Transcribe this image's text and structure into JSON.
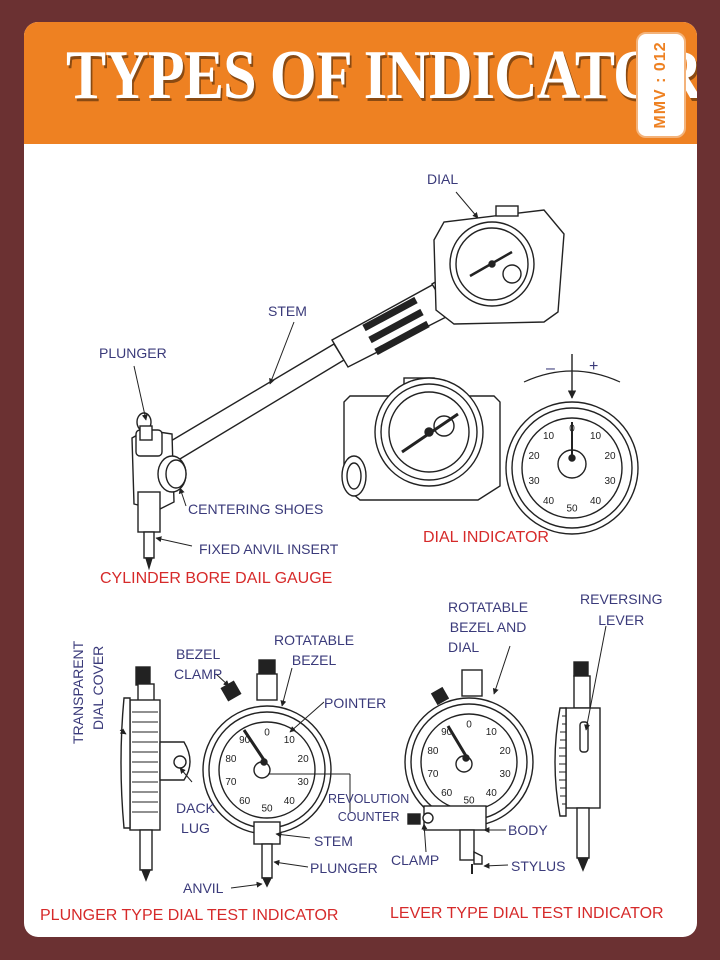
{
  "header": {
    "title": "TYPES OF INDICATOR",
    "code": "MMV : 012"
  },
  "colors": {
    "banner": "#ee8122",
    "background": "#6b3132",
    "label": "#3a3a7a",
    "caption": "#d62a2a"
  },
  "labels": {
    "dial": "DIAL",
    "stem_top": "STEM",
    "plunger_top": "PLUNGER",
    "centering_shoes": "CENTERING SHOES",
    "fixed_anvil_insert": "FIXED ANVIL INSERT",
    "rotatable_bezel_and_dial": [
      "ROTATABLE",
      "BEZEL AND",
      "DIAL"
    ],
    "reversing_lever": [
      "REVERSING",
      "LEVER"
    ],
    "transparent_dial_cover": [
      "TRANSPARENT",
      "DIAL COVER"
    ],
    "bezel_clamp": [
      "BEZEL",
      "CLAMP"
    ],
    "rotatable_bezel": [
      "ROTATABLE",
      "BEZEL"
    ],
    "pointer": "POINTER",
    "dack_lug": [
      "DACK",
      "LUG"
    ],
    "revolution_counter": [
      "REVOLUTION",
      "COUNTER"
    ],
    "stem_bottom": "STEM",
    "plunger_bottom": "PLUNGER",
    "anvil": "ANVIL",
    "body": "BODY",
    "clamp": "CLAMP",
    "stylus": "STYLUS",
    "minus": "–",
    "plus": "+"
  },
  "captions": {
    "cylinder_bore": "CYLINDER BORE DAIL GAUGE",
    "dial_indicator": "DIAL INDICATOR",
    "plunger_type": "PLUNGER TYPE DIAL TEST INDICATOR",
    "lever_type": "LEVER  TYPE DIAL TEST INDICATOR"
  },
  "dial_scales": {
    "main": [
      "0",
      "10",
      "20",
      "30",
      "40",
      "50",
      "40",
      "30",
      "20",
      "10"
    ],
    "plunger": [
      "0",
      "10",
      "20",
      "30",
      "40",
      "50",
      "60",
      "70",
      "80",
      "90"
    ],
    "lever": [
      "0",
      "10",
      "20",
      "30",
      "40",
      "50",
      "60",
      "70",
      "80",
      "90"
    ]
  }
}
